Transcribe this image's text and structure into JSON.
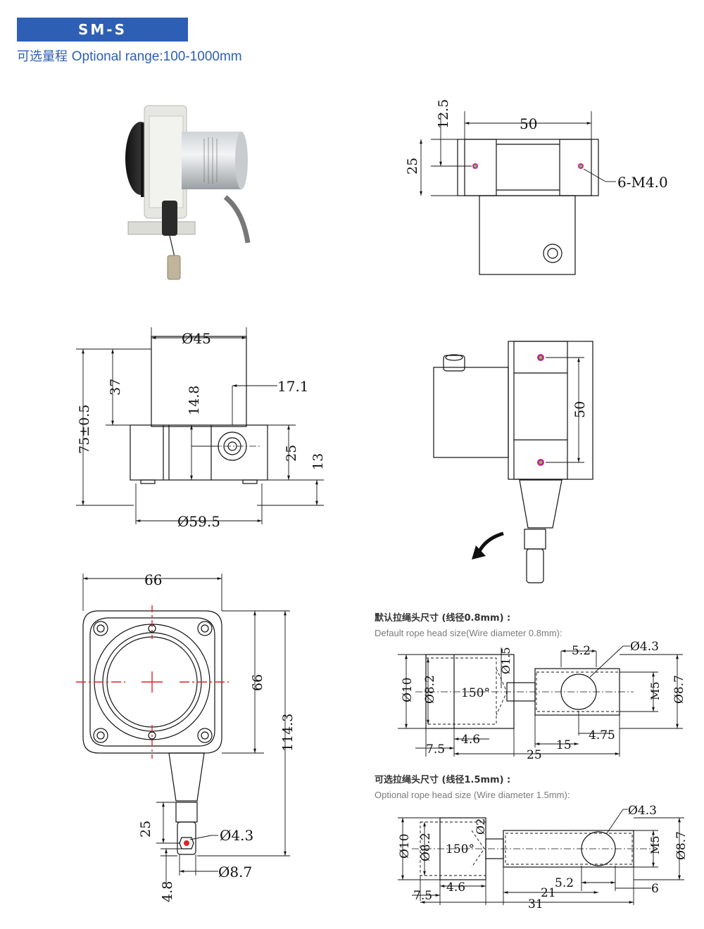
{
  "header": {
    "model": "SM-S",
    "range_cn": "可选量程",
    "range_en": "Optional range:100-1000mm"
  },
  "top_right_view": {
    "d_12_5": "12.5",
    "d_50": "50",
    "d_25": "25",
    "hole": "6-M4.0"
  },
  "front_view": {
    "d_45": "Ø45",
    "d_17_1": "17.1",
    "d_14_8": "14.8",
    "d_37": "37",
    "d_75": "75±0.5",
    "d_25": "25",
    "d_13": "13",
    "d_59_5": "Ø59.5"
  },
  "side_view": {
    "d_50": "50"
  },
  "bottom_view": {
    "d_66_w": "66",
    "d_66_h": "66",
    "d_114_3": "114.3",
    "d_25": "25",
    "d_4_3": "Ø4.3",
    "d_8_7": "Ø8.7",
    "d_4_8": "4.8"
  },
  "default_head": {
    "title_cn": "默认拉绳头尺寸 (线径0.8mm) :",
    "title_en": "Default rope head size(Wire diameter 0.8mm):",
    "d_5_2": "5.2",
    "d_4_3": "Ø4.3",
    "d_1_5": "Ø1.5",
    "d_10": "Ø10",
    "d_8_2": "Ø8.2",
    "d_150": "150°",
    "d_m5": "M5",
    "d_8_7": "Ø8.7",
    "d_4_6": "4.6",
    "d_4_75": "4.75",
    "d_7_5": "7.5",
    "d_15": "15",
    "d_25": "25"
  },
  "optional_head": {
    "title_cn": "可选拉绳头尺寸 (线径1.5mm) :",
    "title_en": "Optional rope head size (Wire diameter 1.5mm):",
    "d_4_3": "Ø4.3",
    "d_2": "Ø2",
    "d_10": "Ø10",
    "d_8_2": "Ø8.2",
    "d_150": "150°",
    "d_m5": "M5",
    "d_8_7": "Ø8.7",
    "d_7_5": "7.5",
    "d_4_6": "4.6",
    "d_5_2": "5.2",
    "d_21": "21",
    "d_6": "6",
    "d_31": "31"
  }
}
